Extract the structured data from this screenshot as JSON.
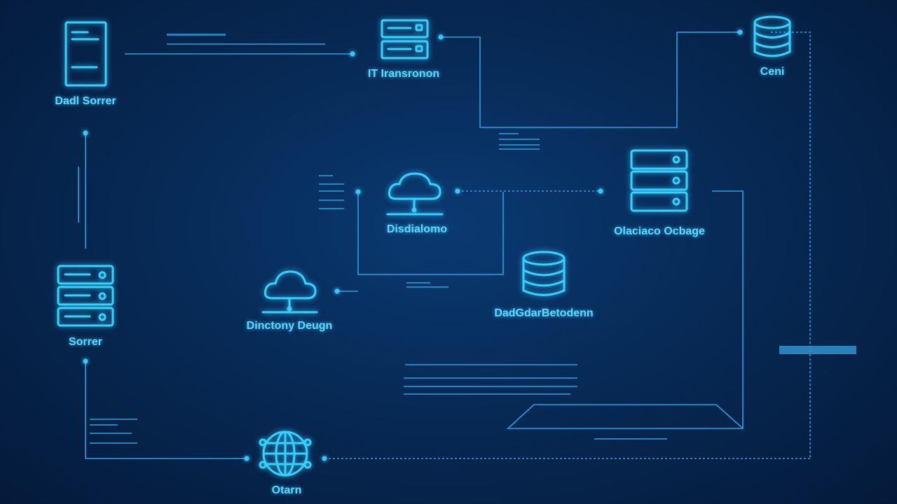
{
  "colors": {
    "background": "#052a57",
    "accent": "#36d2ff",
    "wire": "#2e9de0"
  },
  "nodes": {
    "data_server": {
      "label": "Dadl Sorrer",
      "icon": "server-tower-icon"
    },
    "it_hub": {
      "label": "IT Iransronon",
      "icon": "server-stack-icon"
    },
    "cloud_db": {
      "label": "Ceni",
      "icon": "database-icon"
    },
    "distribution": {
      "label": "Disdialomo",
      "icon": "cloud-icon"
    },
    "cloud_storage": {
      "label": "Olaciaco Ocbage",
      "icon": "server-stack-icon"
    },
    "directory": {
      "label": "Dinctony Deugn",
      "icon": "cloud-icon"
    },
    "data_center": {
      "label": "DadGdarBetodenn",
      "icon": "database-icon"
    },
    "server": {
      "label": "Sorrer",
      "icon": "server-stack-icon"
    },
    "clients": {
      "label": "Otarn",
      "icon": "globe-icon"
    }
  }
}
